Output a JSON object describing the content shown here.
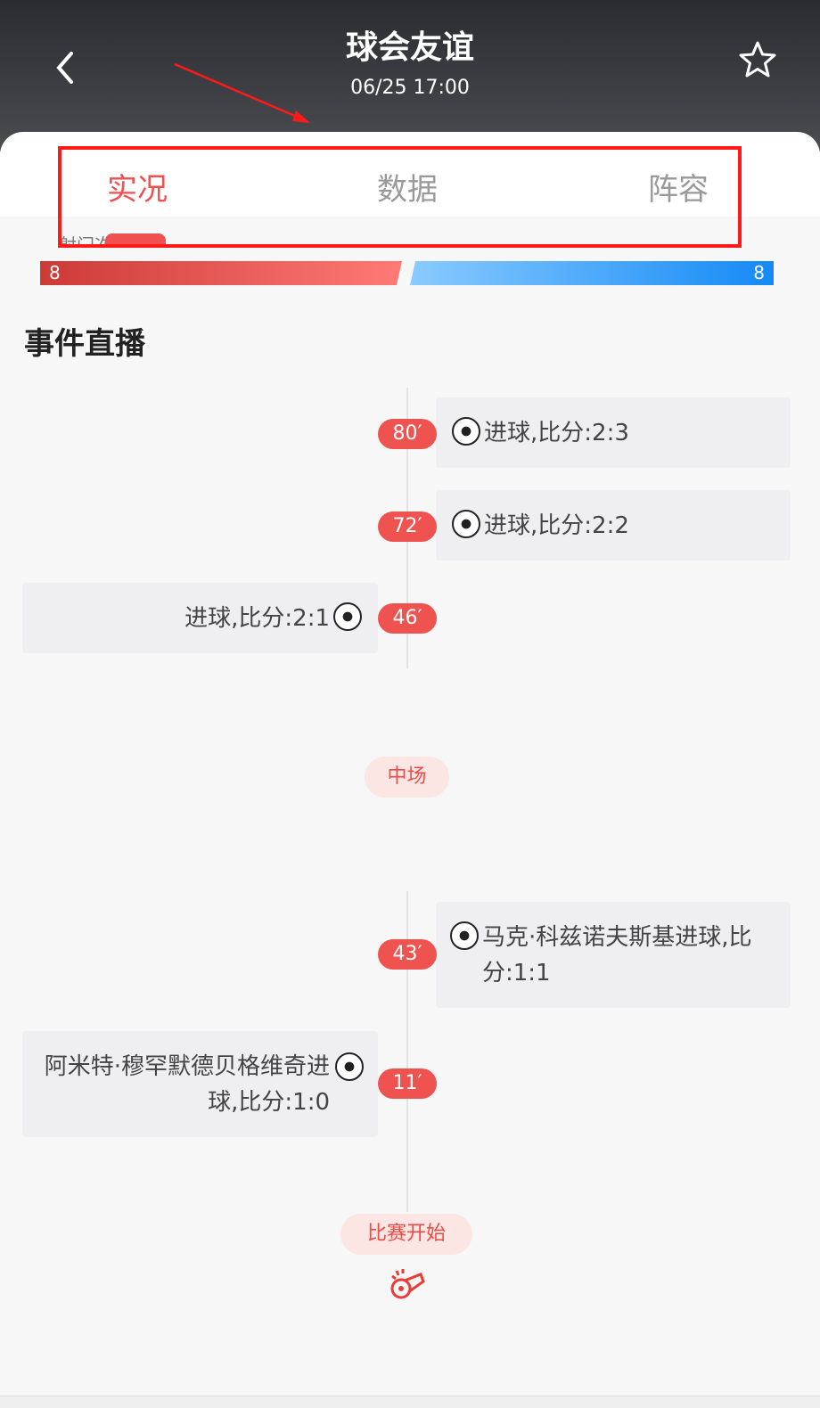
{
  "header": {
    "title": "球会友谊",
    "datetime": "06/25 17:00"
  },
  "tabs": [
    {
      "label": "实况"
    },
    {
      "label": "数据"
    },
    {
      "label": "阵容"
    }
  ],
  "stats": {
    "label": "射门次数",
    "home": "8",
    "away": "8"
  },
  "section_title": "事件直播",
  "events": [
    {
      "minute": "80′",
      "side": "away",
      "text": "进球,比分:2:3"
    },
    {
      "minute": "72′",
      "side": "away",
      "text": "进球,比分:2:2"
    },
    {
      "minute": "46′",
      "side": "home",
      "text": "进球,比分:2:1"
    },
    {
      "minute": "43′",
      "side": "away",
      "text": "马克·科兹诺夫斯基进球,比分:1:1"
    },
    {
      "minute": "11′",
      "side": "home",
      "text": "阿米特·穆罕默德贝格维奇进球,比分:1:0"
    }
  ],
  "markers": {
    "halftime": "中场",
    "kickoff": "比赛开始"
  },
  "colors": {
    "accent": "#f05050",
    "home": "#cc3a36",
    "away": "#1489f5"
  }
}
